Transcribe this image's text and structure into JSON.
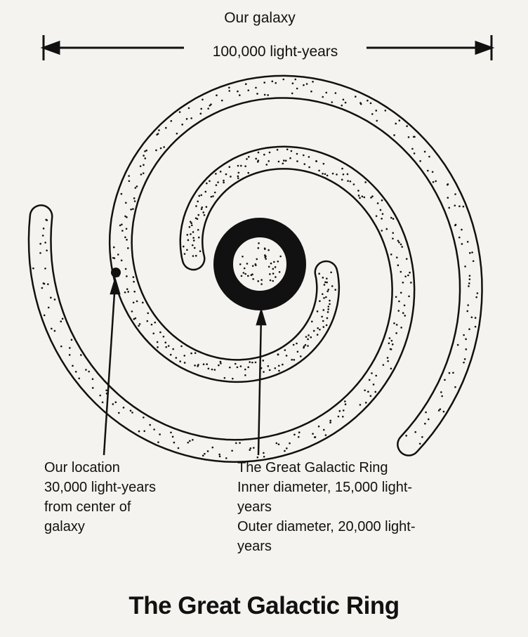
{
  "scale": {
    "title": "Our galaxy",
    "span": "100,000 light-years"
  },
  "location_label": {
    "lines": [
      "Our location",
      "30,000 light-years",
      "from center of",
      "galaxy"
    ]
  },
  "ring_label": {
    "lines": [
      "The Great Galactic Ring",
      "Inner diameter, 15,000 light-",
      "years",
      "Outer diameter, 20,000 light-",
      "years"
    ]
  },
  "caption": "The Great Galactic Ring",
  "colors": {
    "ink": "#111111",
    "paper": "#f4f3ef"
  }
}
